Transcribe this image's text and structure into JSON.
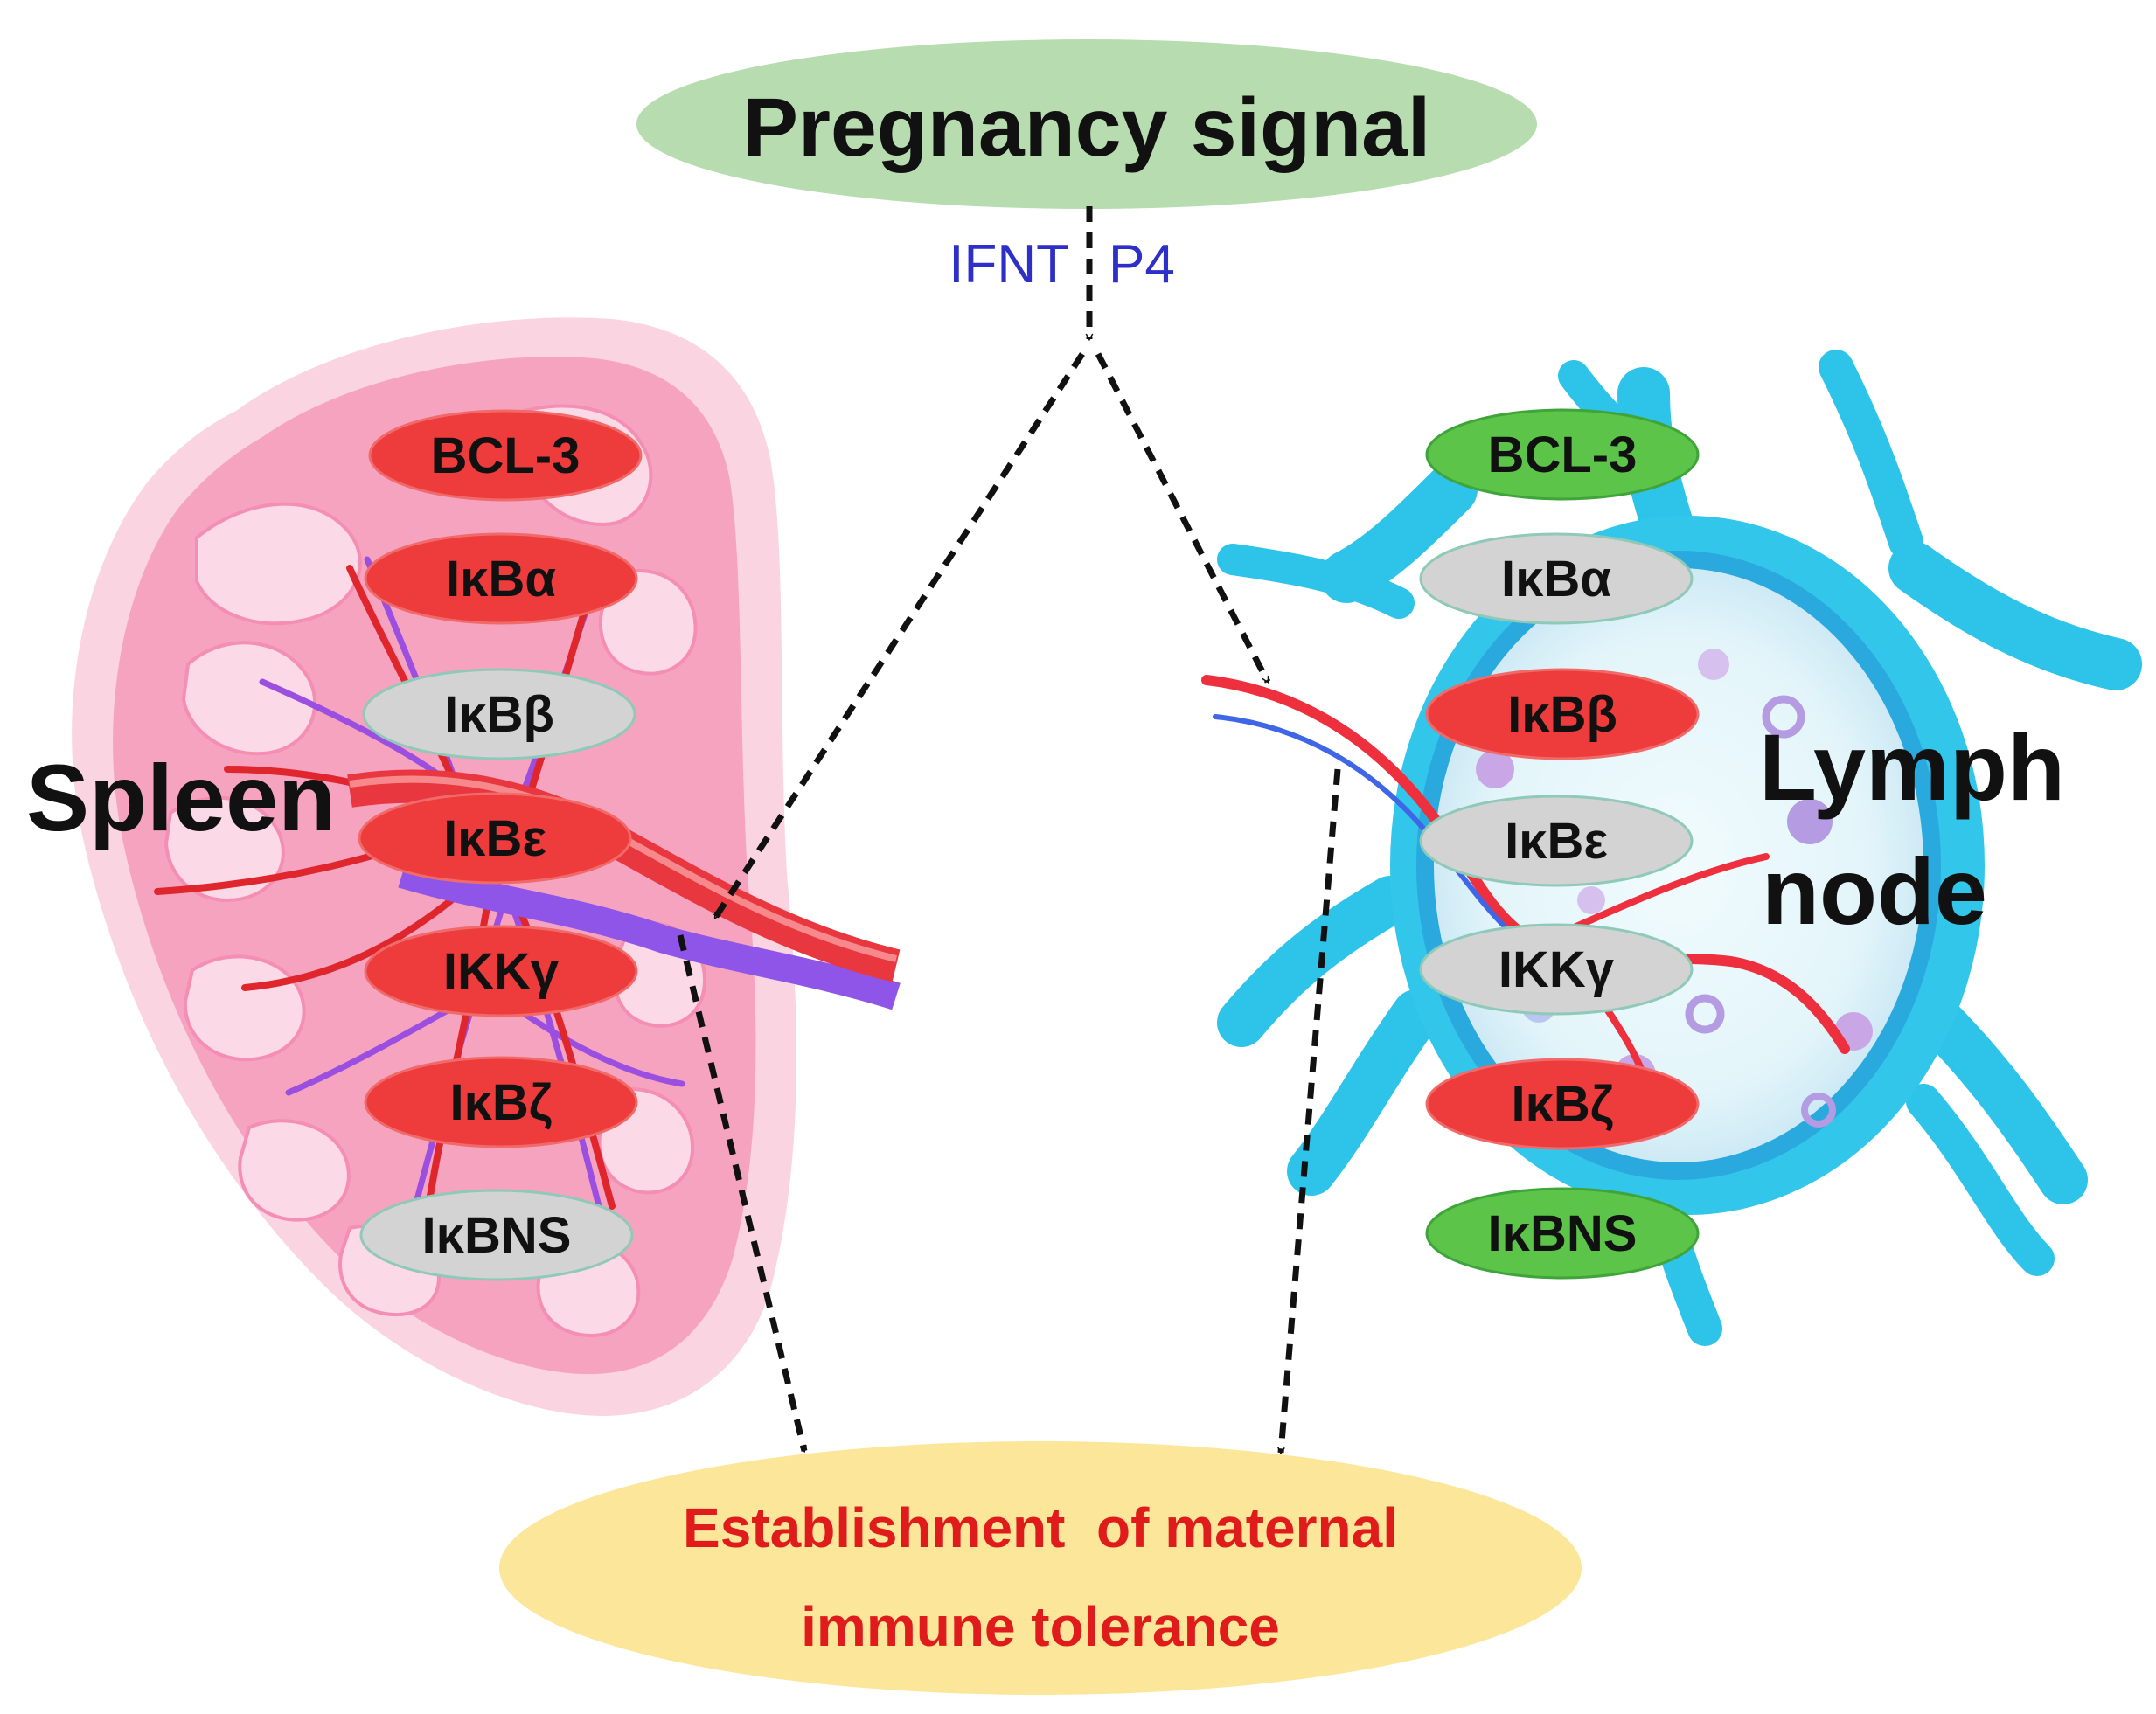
{
  "title": "Pregnancy signal",
  "signals": [
    "IFNT",
    "P4"
  ],
  "organs": [
    {
      "name_lines": [
        "Spleen"
      ]
    },
    {
      "name_lines": [
        "Lymph",
        "node"
      ]
    }
  ],
  "markers": {
    "spleen": [
      {
        "label": "BCL-3",
        "status": "red"
      },
      {
        "label": "IκBα",
        "status": "red"
      },
      {
        "label": "IκBβ",
        "status": "gray"
      },
      {
        "label": "IκBε",
        "status": "red"
      },
      {
        "label": "IKKγ",
        "status": "red"
      },
      {
        "label": "IκBζ",
        "status": "red"
      },
      {
        "label": "IκBNS",
        "status": "gray"
      }
    ],
    "lymph_node": [
      {
        "label": "BCL-3",
        "status": "green"
      },
      {
        "label": "IκBα",
        "status": "gray"
      },
      {
        "label": "IκBβ",
        "status": "red"
      },
      {
        "label": "IκBε",
        "status": "gray"
      },
      {
        "label": "IKKγ",
        "status": "gray"
      },
      {
        "label": "IκBζ",
        "status": "red"
      },
      {
        "label": "IκBNS",
        "status": "green"
      }
    ]
  },
  "outcome": {
    "lines": [
      "Establishment  of maternal",
      "immune tolerance"
    ]
  },
  "colors": {
    "title_fill": "#b7dcb0",
    "signal_text": "#2e2ec8",
    "outcome_fill": "#fce69a",
    "outcome_text": "#e01b1b",
    "red": "#ee3b3b",
    "gray": "#d3d3d3",
    "green": "#5cc448",
    "spleen": "#f7a8c4",
    "lymph": "#2cc6e8"
  }
}
